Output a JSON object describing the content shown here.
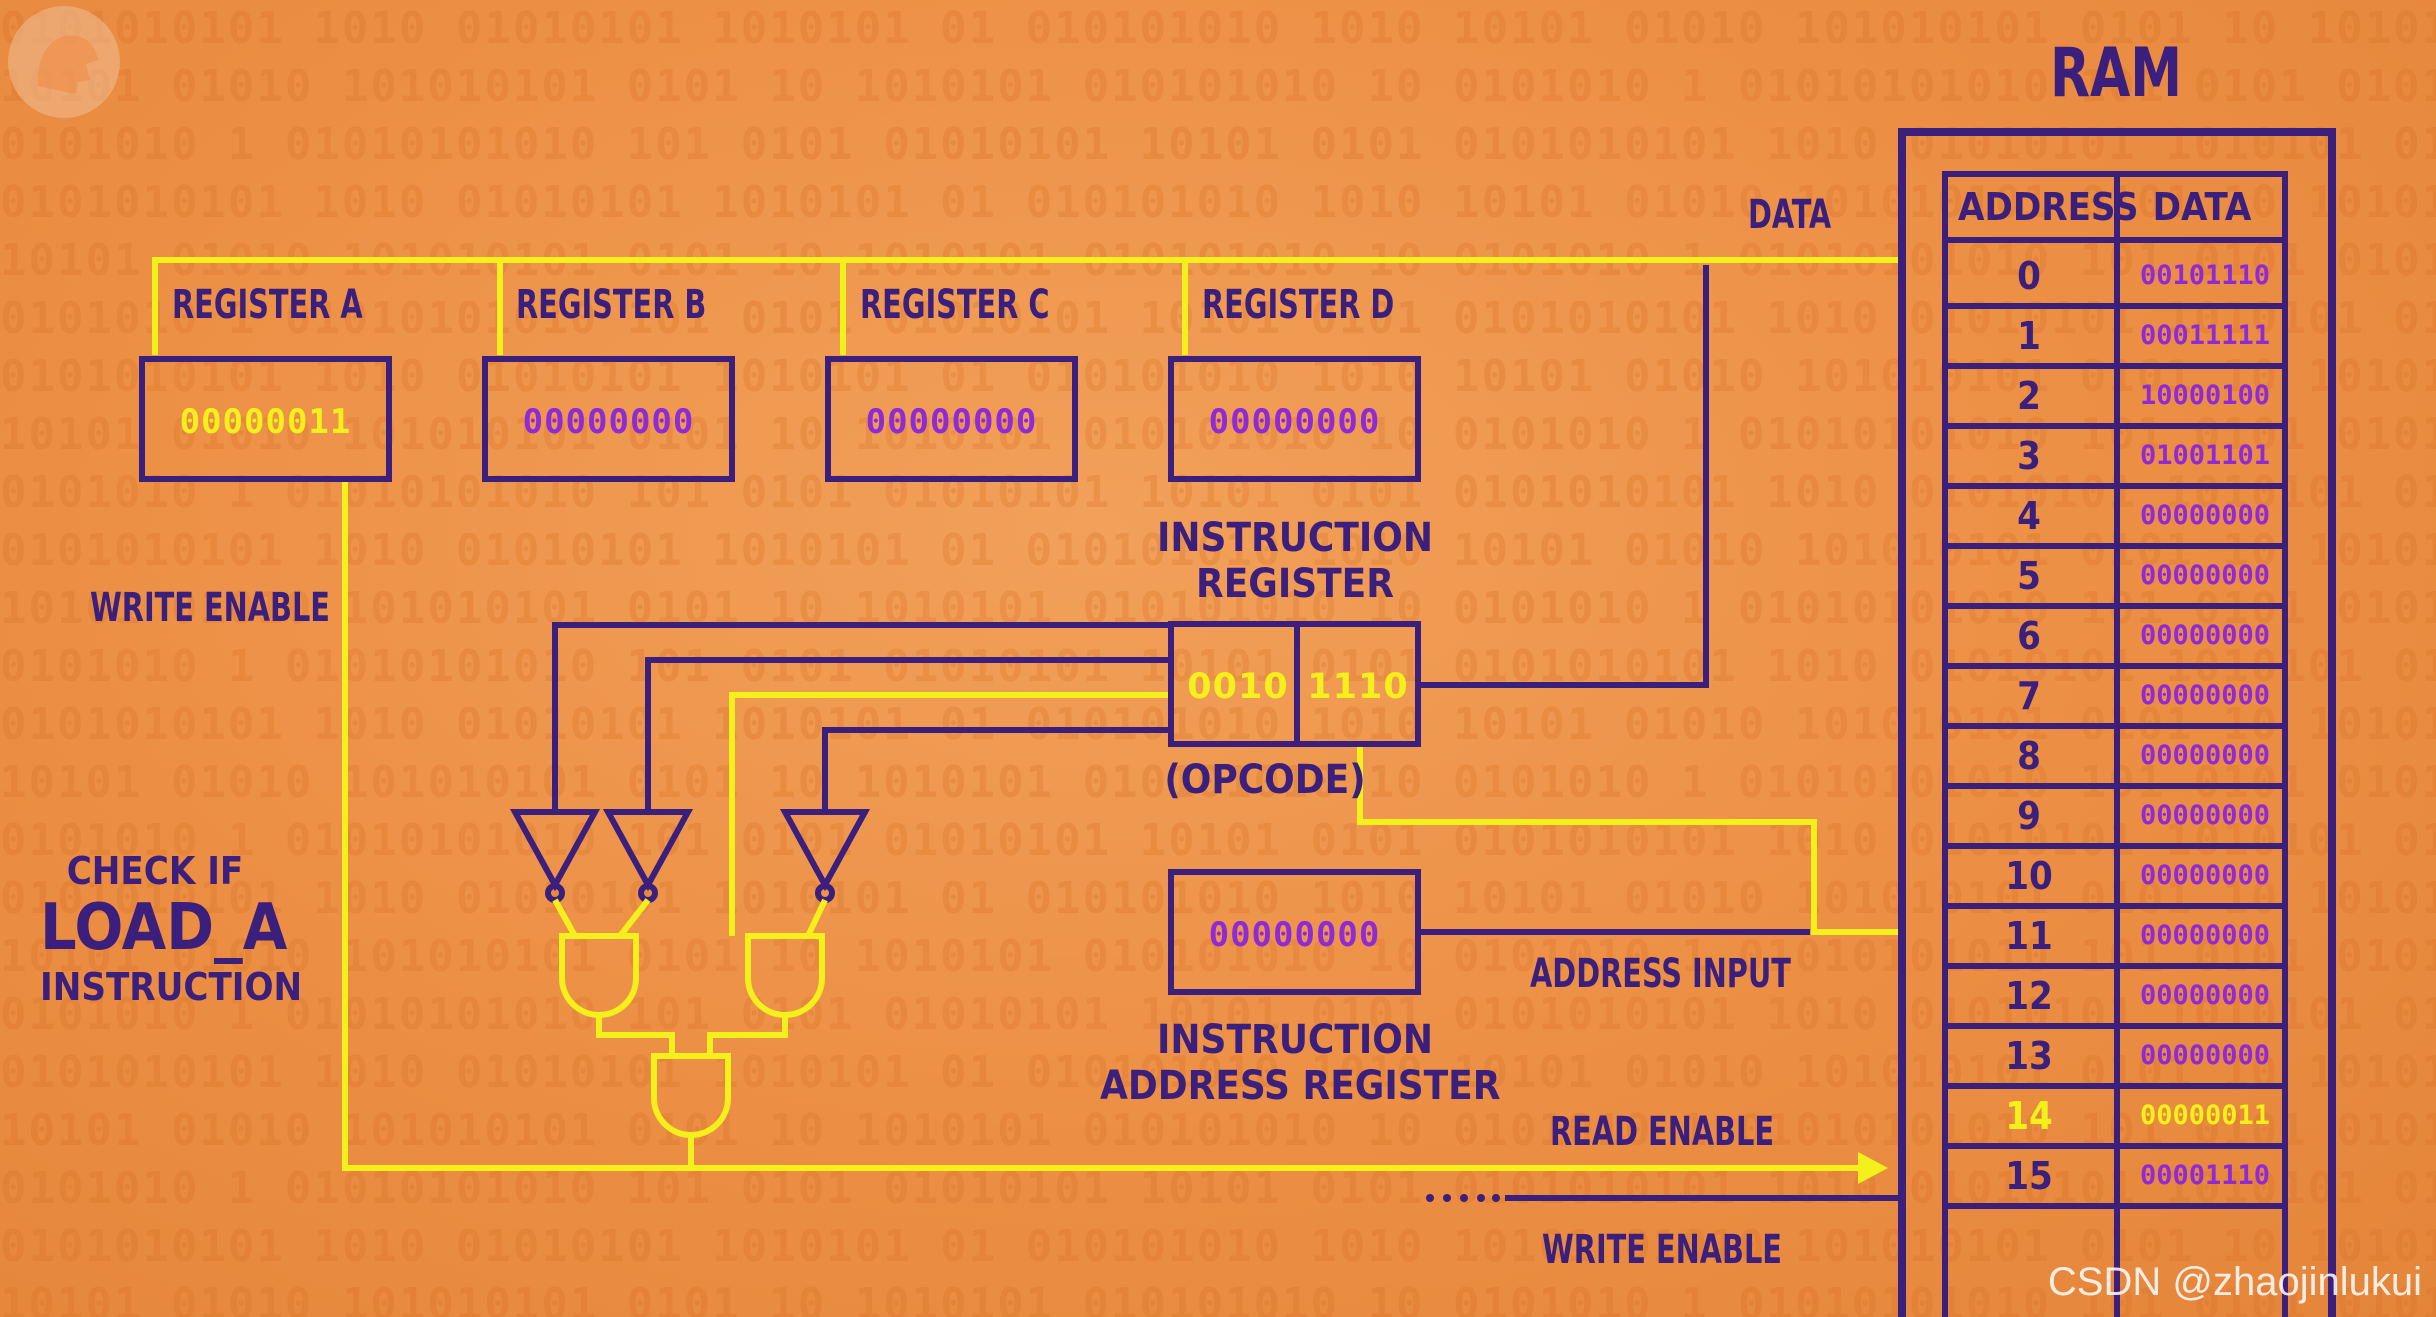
{
  "ram": {
    "title": "RAM",
    "headers": {
      "address": "ADDRESS",
      "data": "DATA"
    },
    "rows": [
      {
        "address": "0",
        "data": "00101110"
      },
      {
        "address": "1",
        "data": "00011111"
      },
      {
        "address": "2",
        "data": "10000100"
      },
      {
        "address": "3",
        "data": "01001101"
      },
      {
        "address": "4",
        "data": "00000000"
      },
      {
        "address": "5",
        "data": "00000000"
      },
      {
        "address": "6",
        "data": "00000000"
      },
      {
        "address": "7",
        "data": "00000000"
      },
      {
        "address": "8",
        "data": "00000000"
      },
      {
        "address": "9",
        "data": "00000000"
      },
      {
        "address": "10",
        "data": "00000000"
      },
      {
        "address": "11",
        "data": "00000000"
      },
      {
        "address": "12",
        "data": "00000000"
      },
      {
        "address": "13",
        "data": "00000000"
      },
      {
        "address": "14",
        "data": "00000011",
        "highlight": true
      },
      {
        "address": "15",
        "data": "00001110"
      }
    ]
  },
  "registers": [
    {
      "label": "REGISTER A",
      "value": "00000011",
      "active": true
    },
    {
      "label": "REGISTER B",
      "value": "00000000",
      "active": false
    },
    {
      "label": "REGISTER C",
      "value": "00000000",
      "active": false
    },
    {
      "label": "REGISTER D",
      "value": "00000000",
      "active": false
    }
  ],
  "instruction_register": {
    "label_line1": "INSTRUCTION",
    "label_line2": "REGISTER",
    "opcode": "0010",
    "operand": "1110",
    "opcode_label": "(OPCODE)"
  },
  "instruction_address_register": {
    "label_line1": "INSTRUCTION",
    "label_line2": "ADDRESS REGISTER",
    "value": "00000000"
  },
  "labels": {
    "data": "DATA",
    "write_enable_left": "WRITE ENABLE",
    "check_if": "CHECK IF",
    "load_a": "LOAD_A",
    "instruction": "INSTRUCTION",
    "address_input": "ADDRESS INPUT",
    "read_enable": "READ ENABLE",
    "write_enable_right": "WRITE ENABLE"
  },
  "watermark": "CSDN @zhaojinlukui",
  "colors": {
    "background": "#ec8f44",
    "wire_yellow": "#f4f01c",
    "wire_purple": "#3b1f7d",
    "value_purple": "#8e2bd6",
    "value_active": "#f4f01c"
  }
}
